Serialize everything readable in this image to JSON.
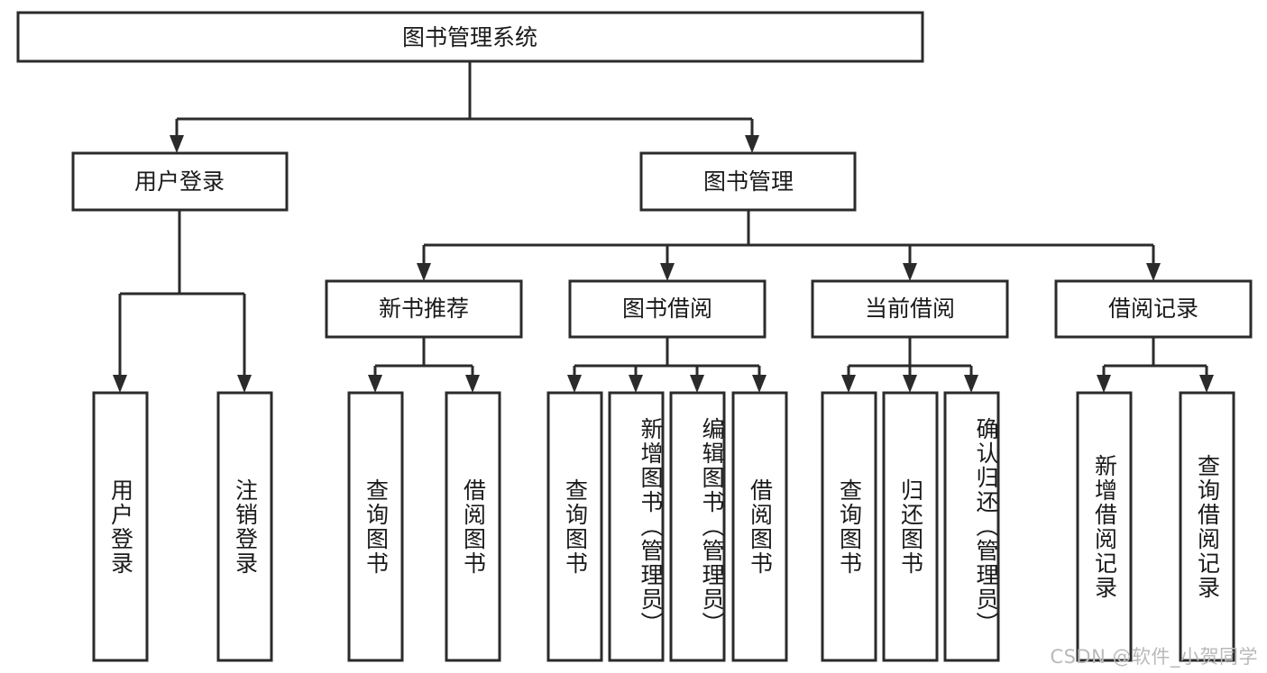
{
  "diagram": {
    "type": "hierarchy-tree",
    "title": "图书管理系统",
    "orientation": "top-down",
    "colors": {
      "box_stroke": "#2b2b2b",
      "box_fill": "#ffffff",
      "connector": "#2b2b2b",
      "text": "#1a1a1a",
      "watermark": "#b9b9b9",
      "background": "#ffffff"
    },
    "root": {
      "id": "root",
      "label": "图书管理系统"
    },
    "level2": [
      {
        "id": "user-login",
        "label": "用户登录"
      },
      {
        "id": "book-manage",
        "label": "图书管理"
      }
    ],
    "level3": [
      {
        "id": "new-book-recommend",
        "label": "新书推荐",
        "parent": "book-manage"
      },
      {
        "id": "book-borrow",
        "label": "图书借阅",
        "parent": "book-manage"
      },
      {
        "id": "current-borrow",
        "label": "当前借阅",
        "parent": "book-manage"
      },
      {
        "id": "borrow-record",
        "label": "借阅记录",
        "parent": "book-manage"
      }
    ],
    "leaves": [
      {
        "id": "leaf-user-login",
        "label": "用户登录",
        "parent": "user-login"
      },
      {
        "id": "leaf-user-logout",
        "label": "注销登录",
        "parent": "user-login"
      },
      {
        "id": "leaf-query-book-1",
        "label": "查询图书",
        "parent": "new-book-recommend"
      },
      {
        "id": "leaf-borrow-book-1",
        "label": "借阅图书",
        "parent": "new-book-recommend"
      },
      {
        "id": "leaf-query-book-2",
        "label": "查询图书",
        "parent": "book-borrow"
      },
      {
        "id": "leaf-add-book",
        "label": "新增图书（管理员）",
        "parent": "book-borrow"
      },
      {
        "id": "leaf-edit-book",
        "label": "编辑图书（管理员）",
        "parent": "book-borrow"
      },
      {
        "id": "leaf-borrow-book-2",
        "label": "借阅图书",
        "parent": "book-borrow"
      },
      {
        "id": "leaf-query-book-3",
        "label": "查询图书",
        "parent": "current-borrow"
      },
      {
        "id": "leaf-return-book",
        "label": "归还图书",
        "parent": "current-borrow"
      },
      {
        "id": "leaf-confirm-return",
        "label": "确认归还（管理员）",
        "parent": "current-borrow"
      },
      {
        "id": "leaf-add-record",
        "label": "新增借阅记录",
        "parent": "borrow-record"
      },
      {
        "id": "leaf-query-record",
        "label": "查询借阅记录",
        "parent": "borrow-record"
      }
    ]
  },
  "watermark": {
    "text": "CSDN @软件_小贺同学"
  }
}
